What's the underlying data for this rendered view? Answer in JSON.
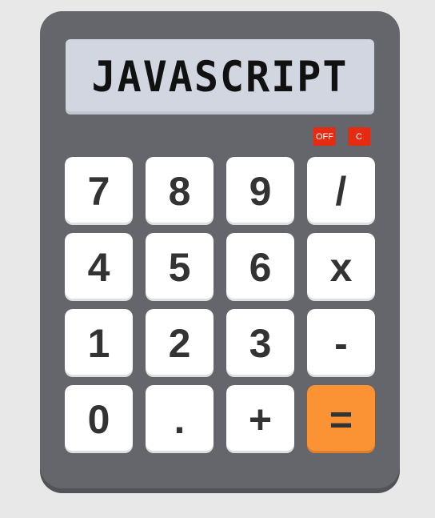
{
  "display": {
    "text": "JAVASCRIPT"
  },
  "controls": {
    "off_label": "OFF",
    "clear_label": "C"
  },
  "keys": {
    "k7": "7",
    "k8": "8",
    "k9": "9",
    "div": "/",
    "k4": "4",
    "k5": "5",
    "k6": "6",
    "mul": "x",
    "k1": "1",
    "k2": "2",
    "k3": "3",
    "sub": "-",
    "k0": "0",
    "dot": ".",
    "add": "+",
    "eq": "="
  },
  "colors": {
    "body": "#65666b",
    "display": "#d1d6e0",
    "control_red": "#e52b12",
    "equal_orange": "#fb9233",
    "key_white": "#ffffff"
  }
}
